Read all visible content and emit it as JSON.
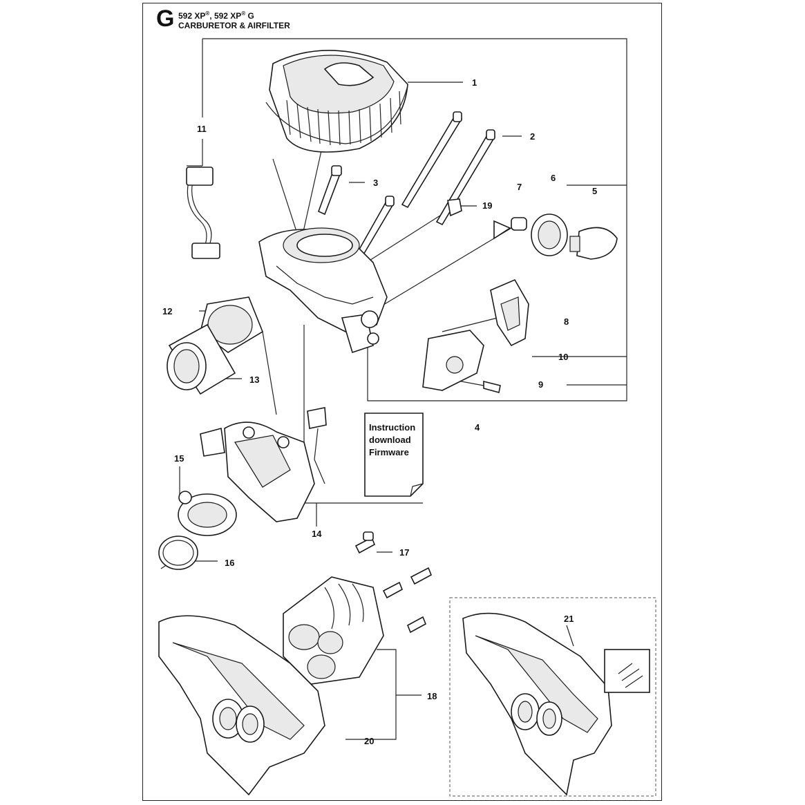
{
  "header": {
    "section_letter": "G",
    "model_part1": "592 XP",
    "model_reg1": "®",
    "model_part2": ", 592 XP",
    "model_reg2": "®",
    "model_part3": " G",
    "title": "CARBURETOR & AIRFILTER"
  },
  "callouts": {
    "c1": "1",
    "c2": "2",
    "c3": "3",
    "c4": "4",
    "c5": "5",
    "c6": "6",
    "c7": "7",
    "c8": "8",
    "c9": "9",
    "c10": "10",
    "c11": "11",
    "c12": "12",
    "c13": "13",
    "c14": "14",
    "c15": "15",
    "c16": "16",
    "c17": "17",
    "c18": "18",
    "c19": "19",
    "c20": "20",
    "c21": "21"
  },
  "note": {
    "line1": "Instruction",
    "line2": "download",
    "line3": "Firmware"
  },
  "parts": {
    "air_filter": "air-filter",
    "long_bolts": "long-bolts",
    "short_bolt": "short-bolt",
    "carburetor_assembly": "carburetor-assembly",
    "primer_bulb": "primer-bulb",
    "primer_housing": "primer-housing",
    "primer_valve": "primer-valve",
    "choke_lever": "choke-lever",
    "screw": "screw",
    "throttle_plate": "throttle-plate",
    "wiring_harness": "wiring-harness",
    "intake_adapter": "intake-adapter",
    "clamp_ring": "clamp-ring",
    "carburetor": "carburetor",
    "fuel_valve": "fuel-valve",
    "o_ring": "o-ring",
    "screws": "screws",
    "intake_manifold": "intake-manifold",
    "clip": "clip",
    "cylinder_cover": "cylinder-cover",
    "cylinder_cover_kit": "cylinder-cover-kit"
  }
}
